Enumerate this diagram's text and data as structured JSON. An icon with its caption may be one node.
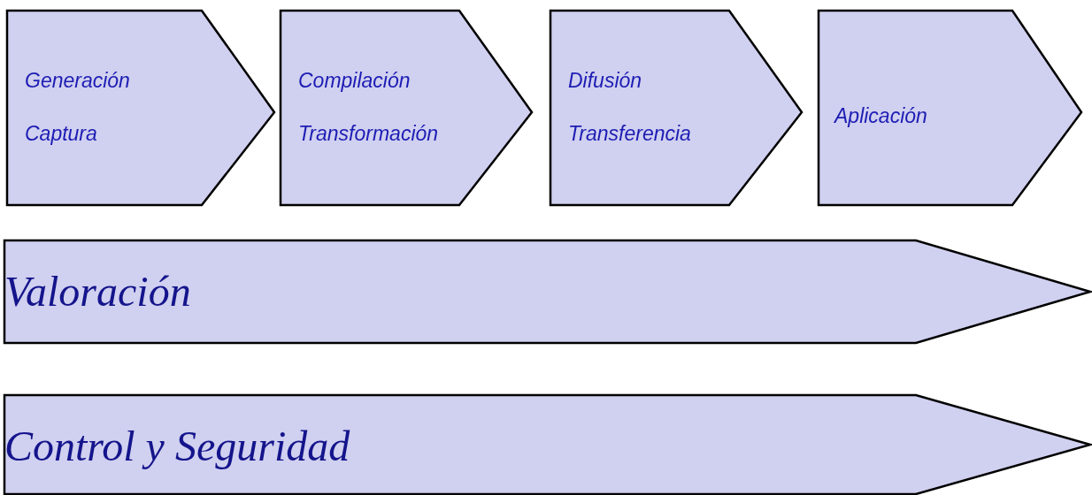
{
  "diagram": {
    "nodes": [
      {
        "text": [
          "Generación",
          "Captura"
        ]
      },
      {
        "text": [
          "Compilación",
          "Transformación"
        ]
      },
      {
        "text": [
          "Difusión",
          "Transferencia"
        ]
      },
      {
        "text": [
          "Aplicación"
        ]
      },
      {
        "text": [
          "Valoración"
        ]
      },
      {
        "text": [
          "Control y Seguridad"
        ]
      }
    ]
  }
}
